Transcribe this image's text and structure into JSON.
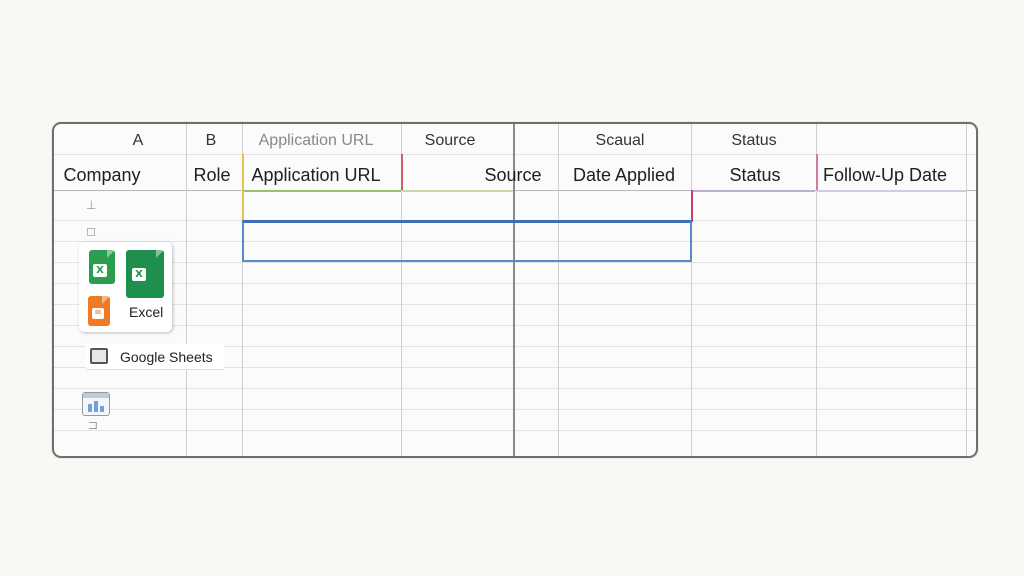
{
  "column_letters": [
    "A",
    "B",
    "Application URL",
    "Source",
    "Scaual",
    "Status"
  ],
  "headers": [
    "Company",
    "Role",
    "Application URL",
    "Source",
    "Date Applied",
    "Status",
    "Follow-Up Date"
  ],
  "apps": {
    "excel_label": "Excel",
    "google_sheets_label": "Google Sheets",
    "excel_icon_letter": "X",
    "sheets_icon_letter": "X",
    "slides_icon_letter": "="
  },
  "colors": {
    "excel_green": "#1f8f4e",
    "sheets_green": "#2a9d4f",
    "slides_orange": "#f07a26",
    "selection_blue": "#3c6fb8"
  }
}
